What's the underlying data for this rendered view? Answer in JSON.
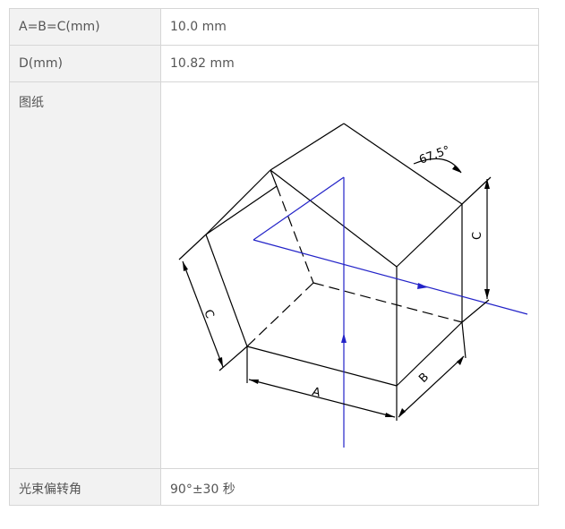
{
  "spec_table": {
    "rows": [
      {
        "label": "A=B=C(mm)",
        "value": "10.0 mm"
      },
      {
        "label": "D(mm)",
        "value": "10.82 mm"
      },
      {
        "label": "图纸",
        "value": ""
      },
      {
        "label": "光束偏转角",
        "value": "90°±30 秒"
      }
    ]
  },
  "drawing": {
    "angle_label": "67.5°",
    "dim_a": "A",
    "dim_b": "B",
    "dim_c_left": "C",
    "dim_c_right": "C",
    "colors": {
      "edge": "#000000",
      "beam": "#2323c8"
    }
  }
}
